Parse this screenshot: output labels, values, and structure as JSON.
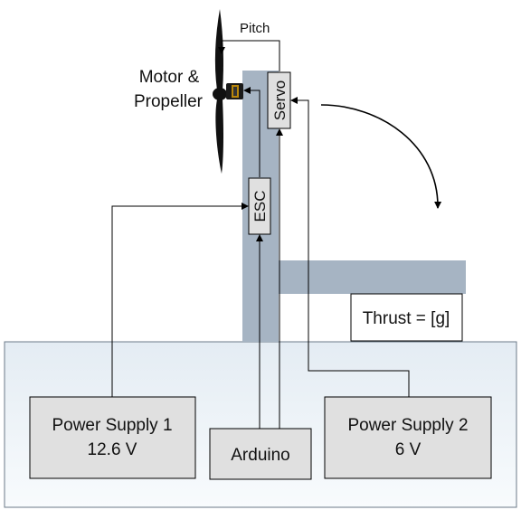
{
  "labels": {
    "pitch": "Pitch",
    "motor_line1": "Motor &",
    "motor_line2": "Propeller",
    "servo": "Servo",
    "esc": "ESC",
    "thrust": "Thrust = [g]",
    "ps1_line1": "Power Supply 1",
    "ps1_line2": "12.6 V",
    "arduino": "Arduino",
    "ps2_line1": "Power Supply 2",
    "ps2_line2": "6 V"
  },
  "colors": {
    "stand": "#a6b4c3",
    "base_top": "#e7eef4",
    "base_bottom": "#f7fafc",
    "box_fill": "#e0e0e0",
    "line": "#000000"
  }
}
